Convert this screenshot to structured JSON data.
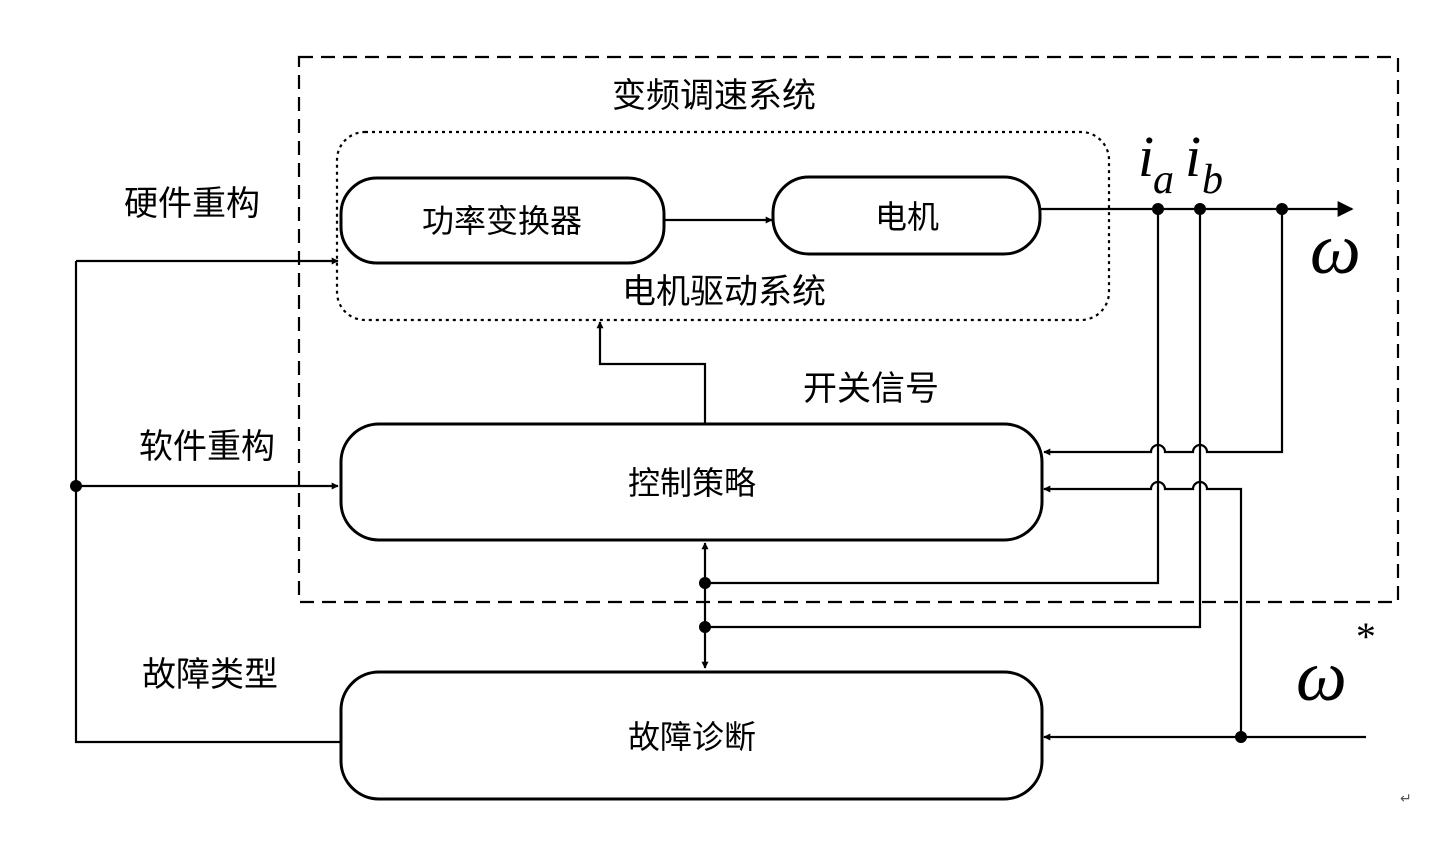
{
  "labels": {
    "vf_system": "变频调速系统",
    "hw_reconfig": "硬件重构",
    "sw_reconfig": "软件重构",
    "fault_type": "故障类型",
    "switch_signal": "开关信号",
    "drive_system": "电机驱动系统"
  },
  "blocks": {
    "power_converter": "功率变换器",
    "motor": "电机",
    "control_strategy": "控制策略",
    "fault_diagnosis": "故障诊断"
  },
  "symbols": {
    "i": "i",
    "a": "a",
    "b": "b",
    "omega": "ω",
    "omega_ref_star": "*"
  },
  "paragraph_mark": "↵"
}
